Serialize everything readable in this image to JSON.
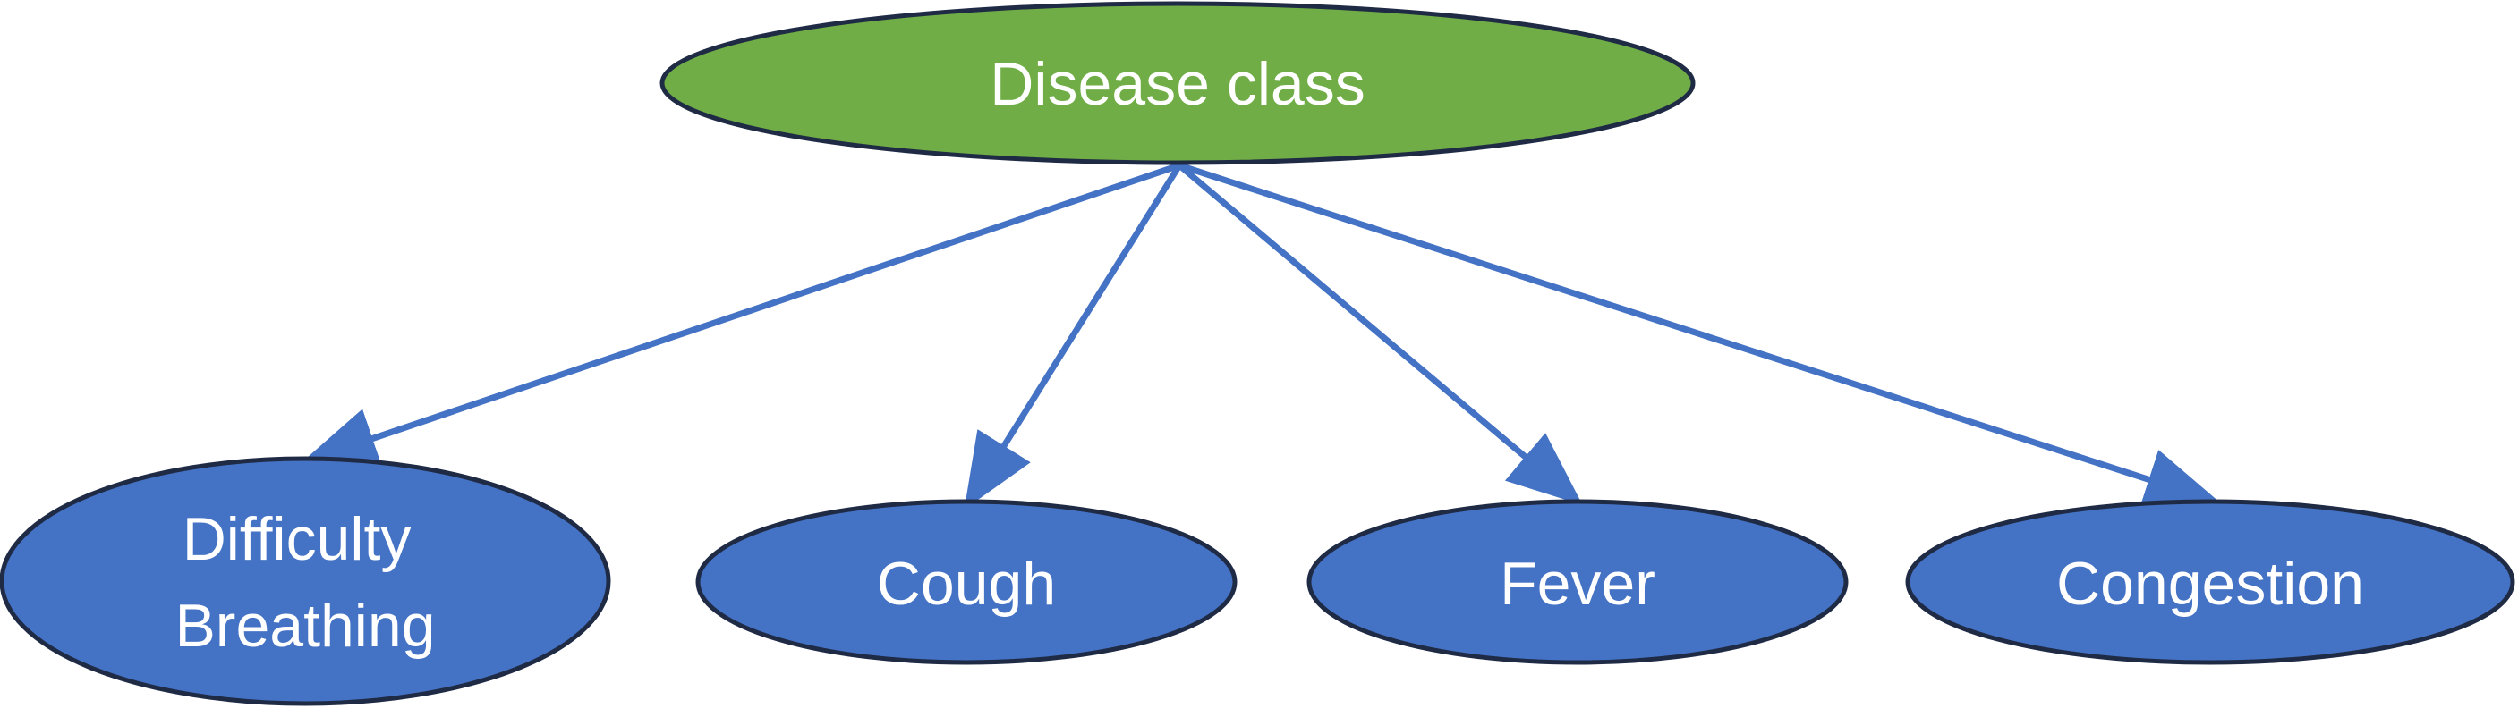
{
  "diagram": {
    "root": {
      "label": "Disease class",
      "fill": "#70AD47"
    },
    "children": [
      {
        "label_lines": [
          "Difficulty",
          "Breathing"
        ]
      },
      {
        "label_lines": [
          "Cough"
        ]
      },
      {
        "label_lines": [
          "Fever"
        ]
      },
      {
        "label_lines": [
          "Congestion"
        ]
      }
    ],
    "child_fill": "#4472C4",
    "outline_color": "#1F2A44",
    "arrow_color": "#4472C4"
  }
}
